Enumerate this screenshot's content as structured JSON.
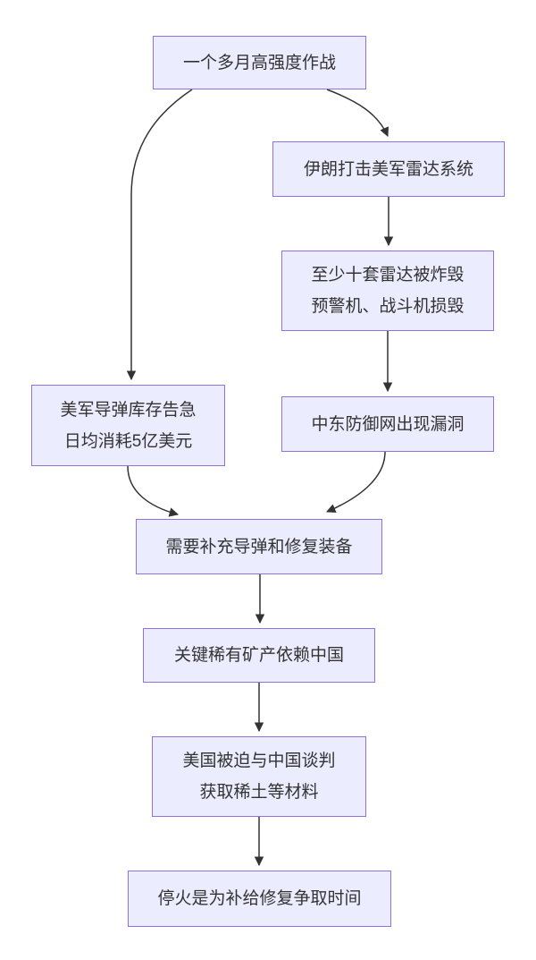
{
  "diagram": {
    "type": "flowchart",
    "direction": "top-down",
    "colors": {
      "node_fill": "#ECECFF",
      "node_border": "#9370DB",
      "edge": "#333333",
      "text": "#333333",
      "background": "#FFFFFF"
    },
    "nodes": {
      "A": {
        "label": "一个多月高强度作战"
      },
      "B": {
        "label": "伊朗打击美军雷达系统"
      },
      "C": {
        "label": "至少十套雷达被炸毁\n预警机、战斗机损毁"
      },
      "D": {
        "label": "美军导弹库存告急\n日均消耗5亿美元"
      },
      "E": {
        "label": "中东防御网出现漏洞"
      },
      "F": {
        "label": "需要补充导弹和修复装备"
      },
      "G": {
        "label": "关键稀有矿产依赖中国"
      },
      "H": {
        "label": "美国被迫与中国谈判\n获取稀土等材料"
      },
      "I": {
        "label": "停火是为补给修复争取时间"
      }
    },
    "edges": [
      {
        "from": "A",
        "to": "B"
      },
      {
        "from": "A",
        "to": "D"
      },
      {
        "from": "B",
        "to": "C"
      },
      {
        "from": "C",
        "to": "E"
      },
      {
        "from": "D",
        "to": "F"
      },
      {
        "from": "E",
        "to": "F"
      },
      {
        "from": "F",
        "to": "G"
      },
      {
        "from": "G",
        "to": "H"
      },
      {
        "from": "H",
        "to": "I"
      }
    ]
  }
}
